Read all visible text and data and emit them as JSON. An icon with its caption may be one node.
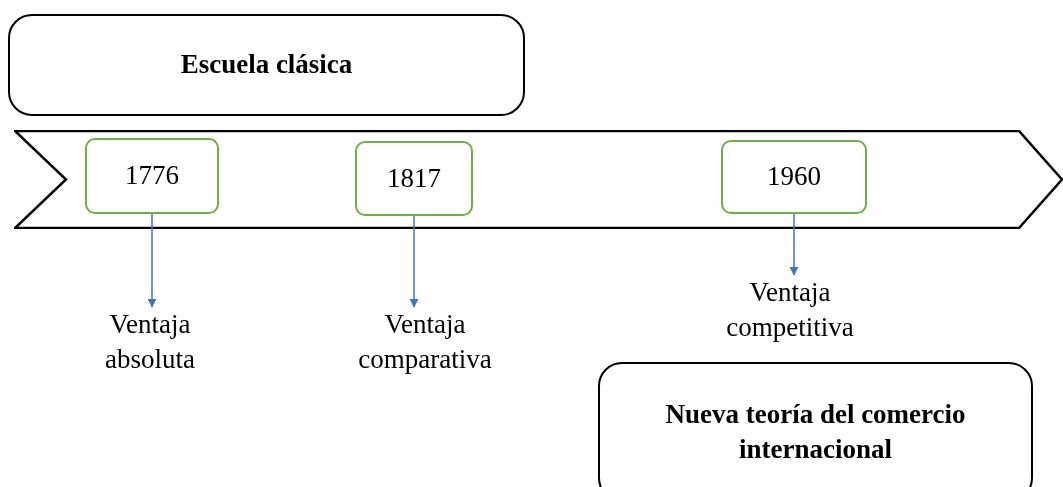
{
  "diagram": {
    "nodes": [
      {
        "text": [
          "Escuela clásica"
        ]
      },
      {
        "text": [],
        "shape": "chevron"
      },
      {
        "text": [
          "1776"
        ],
        "in": 1
      },
      {
        "text": [
          "1817"
        ],
        "in": 1
      },
      {
        "text": [
          "1960"
        ],
        "in": 1
      },
      {
        "text": [
          "Ventaja absoluta"
        ]
      },
      {
        "text": [
          "Ventaja comparativa"
        ]
      },
      {
        "text": [
          "Ventaja competitiva"
        ]
      },
      {
        "text": [
          "Nueva teoría del comercio internacional"
        ]
      }
    ],
    "edges": [
      {
        "from": 2,
        "to": 5,
        "arrow": "to"
      },
      {
        "from": 3,
        "to": 6,
        "arrow": "to"
      },
      {
        "from": 4,
        "to": 7,
        "arrow": "to"
      }
    ]
  }
}
